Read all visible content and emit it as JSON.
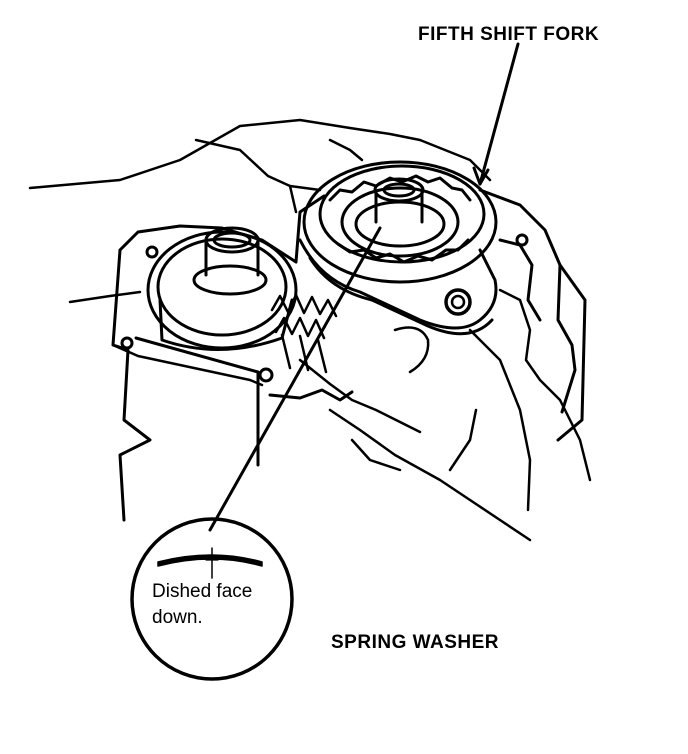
{
  "labels": {
    "fifth_shift_fork": "FIFTH SHIFT FORK",
    "spring_washer": "SPRING WASHER"
  },
  "detail_note": {
    "line1": "Dished face",
    "line2": "down."
  },
  "colors": {
    "ink": "#000000",
    "paper": "#ffffff"
  }
}
